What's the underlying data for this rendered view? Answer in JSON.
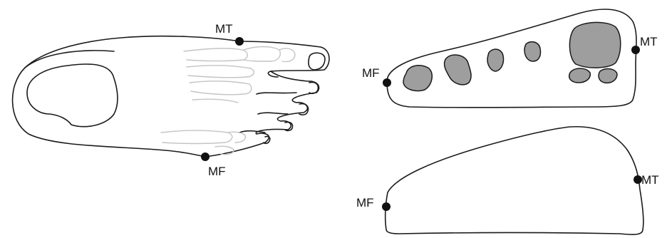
{
  "landmarks": {
    "foot_top_view": {
      "metatarsal_tibiale": "MT",
      "metatarsal_fibulare": "MF"
    },
    "forefoot_section": {
      "metatarsal_tibiale": "MT",
      "metatarsal_fibulare": "MF"
    },
    "foot_profile_section": {
      "metatarsal_tibiale": "MT",
      "metatarsal_fibulare": "MF"
    }
  },
  "colors": {
    "outline": "#1a1a1a",
    "bone": "#c4c4c4",
    "region_fill": "#9e9e9e",
    "landmark_dot": "#111111"
  }
}
